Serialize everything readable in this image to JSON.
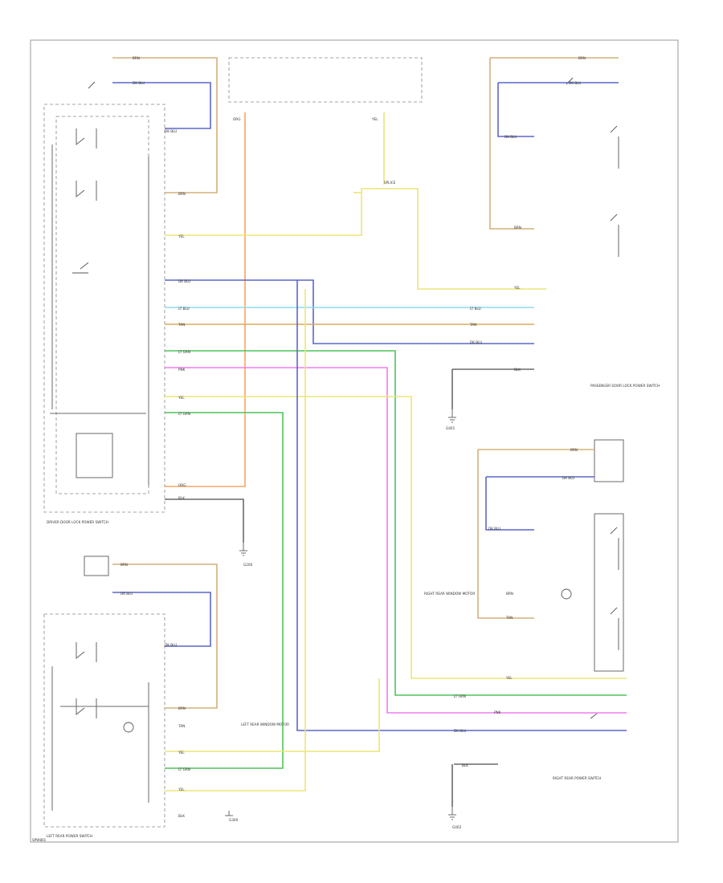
{
  "colors": {
    "brn": "#d4b07a",
    "dkblu": "#5b66c8",
    "lblu": "#8fdcef",
    "org": "#f3a565",
    "tan": "#d8ab5a",
    "ltgrn": "#4fc45a",
    "pnk": "#f07cf0",
    "yel": "#ece576",
    "blk": "#6a6a6a"
  },
  "diagram": {
    "page_id": "SPW801",
    "labels": {
      "driver_switch_title": "DRIVER DOOR LOCK POWER SWITCH",
      "left_rear_switch_title": "LEFT REAR POWER SWITCH",
      "right_rear_switch_title": "RIGHT REAR POWER SWITCH",
      "passenger_door_lock_title": "PASSENGER DOOR LOCK POWER SWITCH",
      "splice": "SPLICE",
      "lr_window_motor": "LEFT REAR WINDOW MOTOR",
      "rr_window_motor": "RIGHT REAR WINDOW MOTOR",
      "g200": "G200",
      "g300": "G300",
      "g401": "G401",
      "g402": "G402"
    },
    "wires": {
      "brn": "BRN",
      "dkblu": "DK BLU",
      "lblu": "LT BLU",
      "org": "ORG",
      "tan": "TAN",
      "ltgrn": "LT GRN",
      "pnk": "PNK",
      "yel": "YEL",
      "blk": "BLK"
    }
  }
}
